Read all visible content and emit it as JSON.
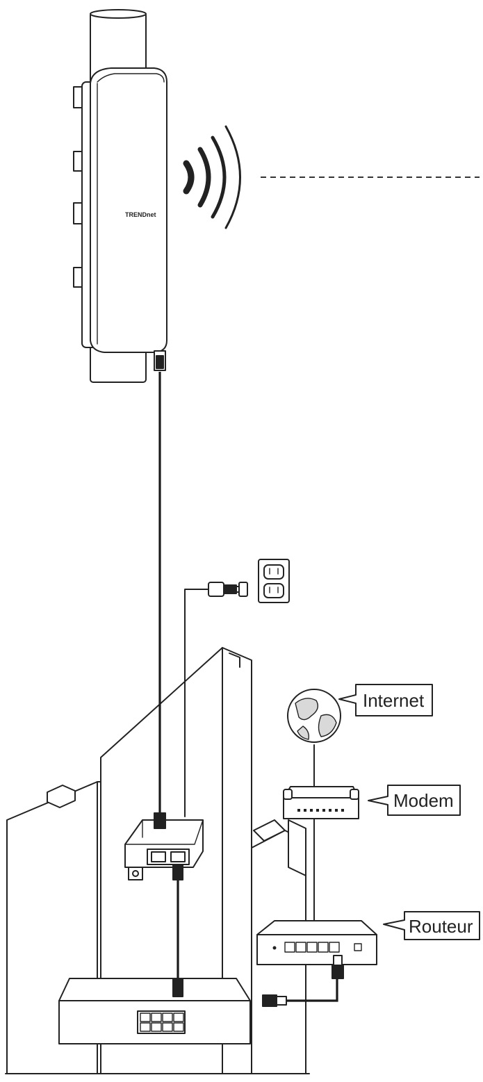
{
  "brand_text": "TRENDnet",
  "labels": {
    "internet": "Internet",
    "modem": "Modem",
    "router": "Routeur"
  }
}
